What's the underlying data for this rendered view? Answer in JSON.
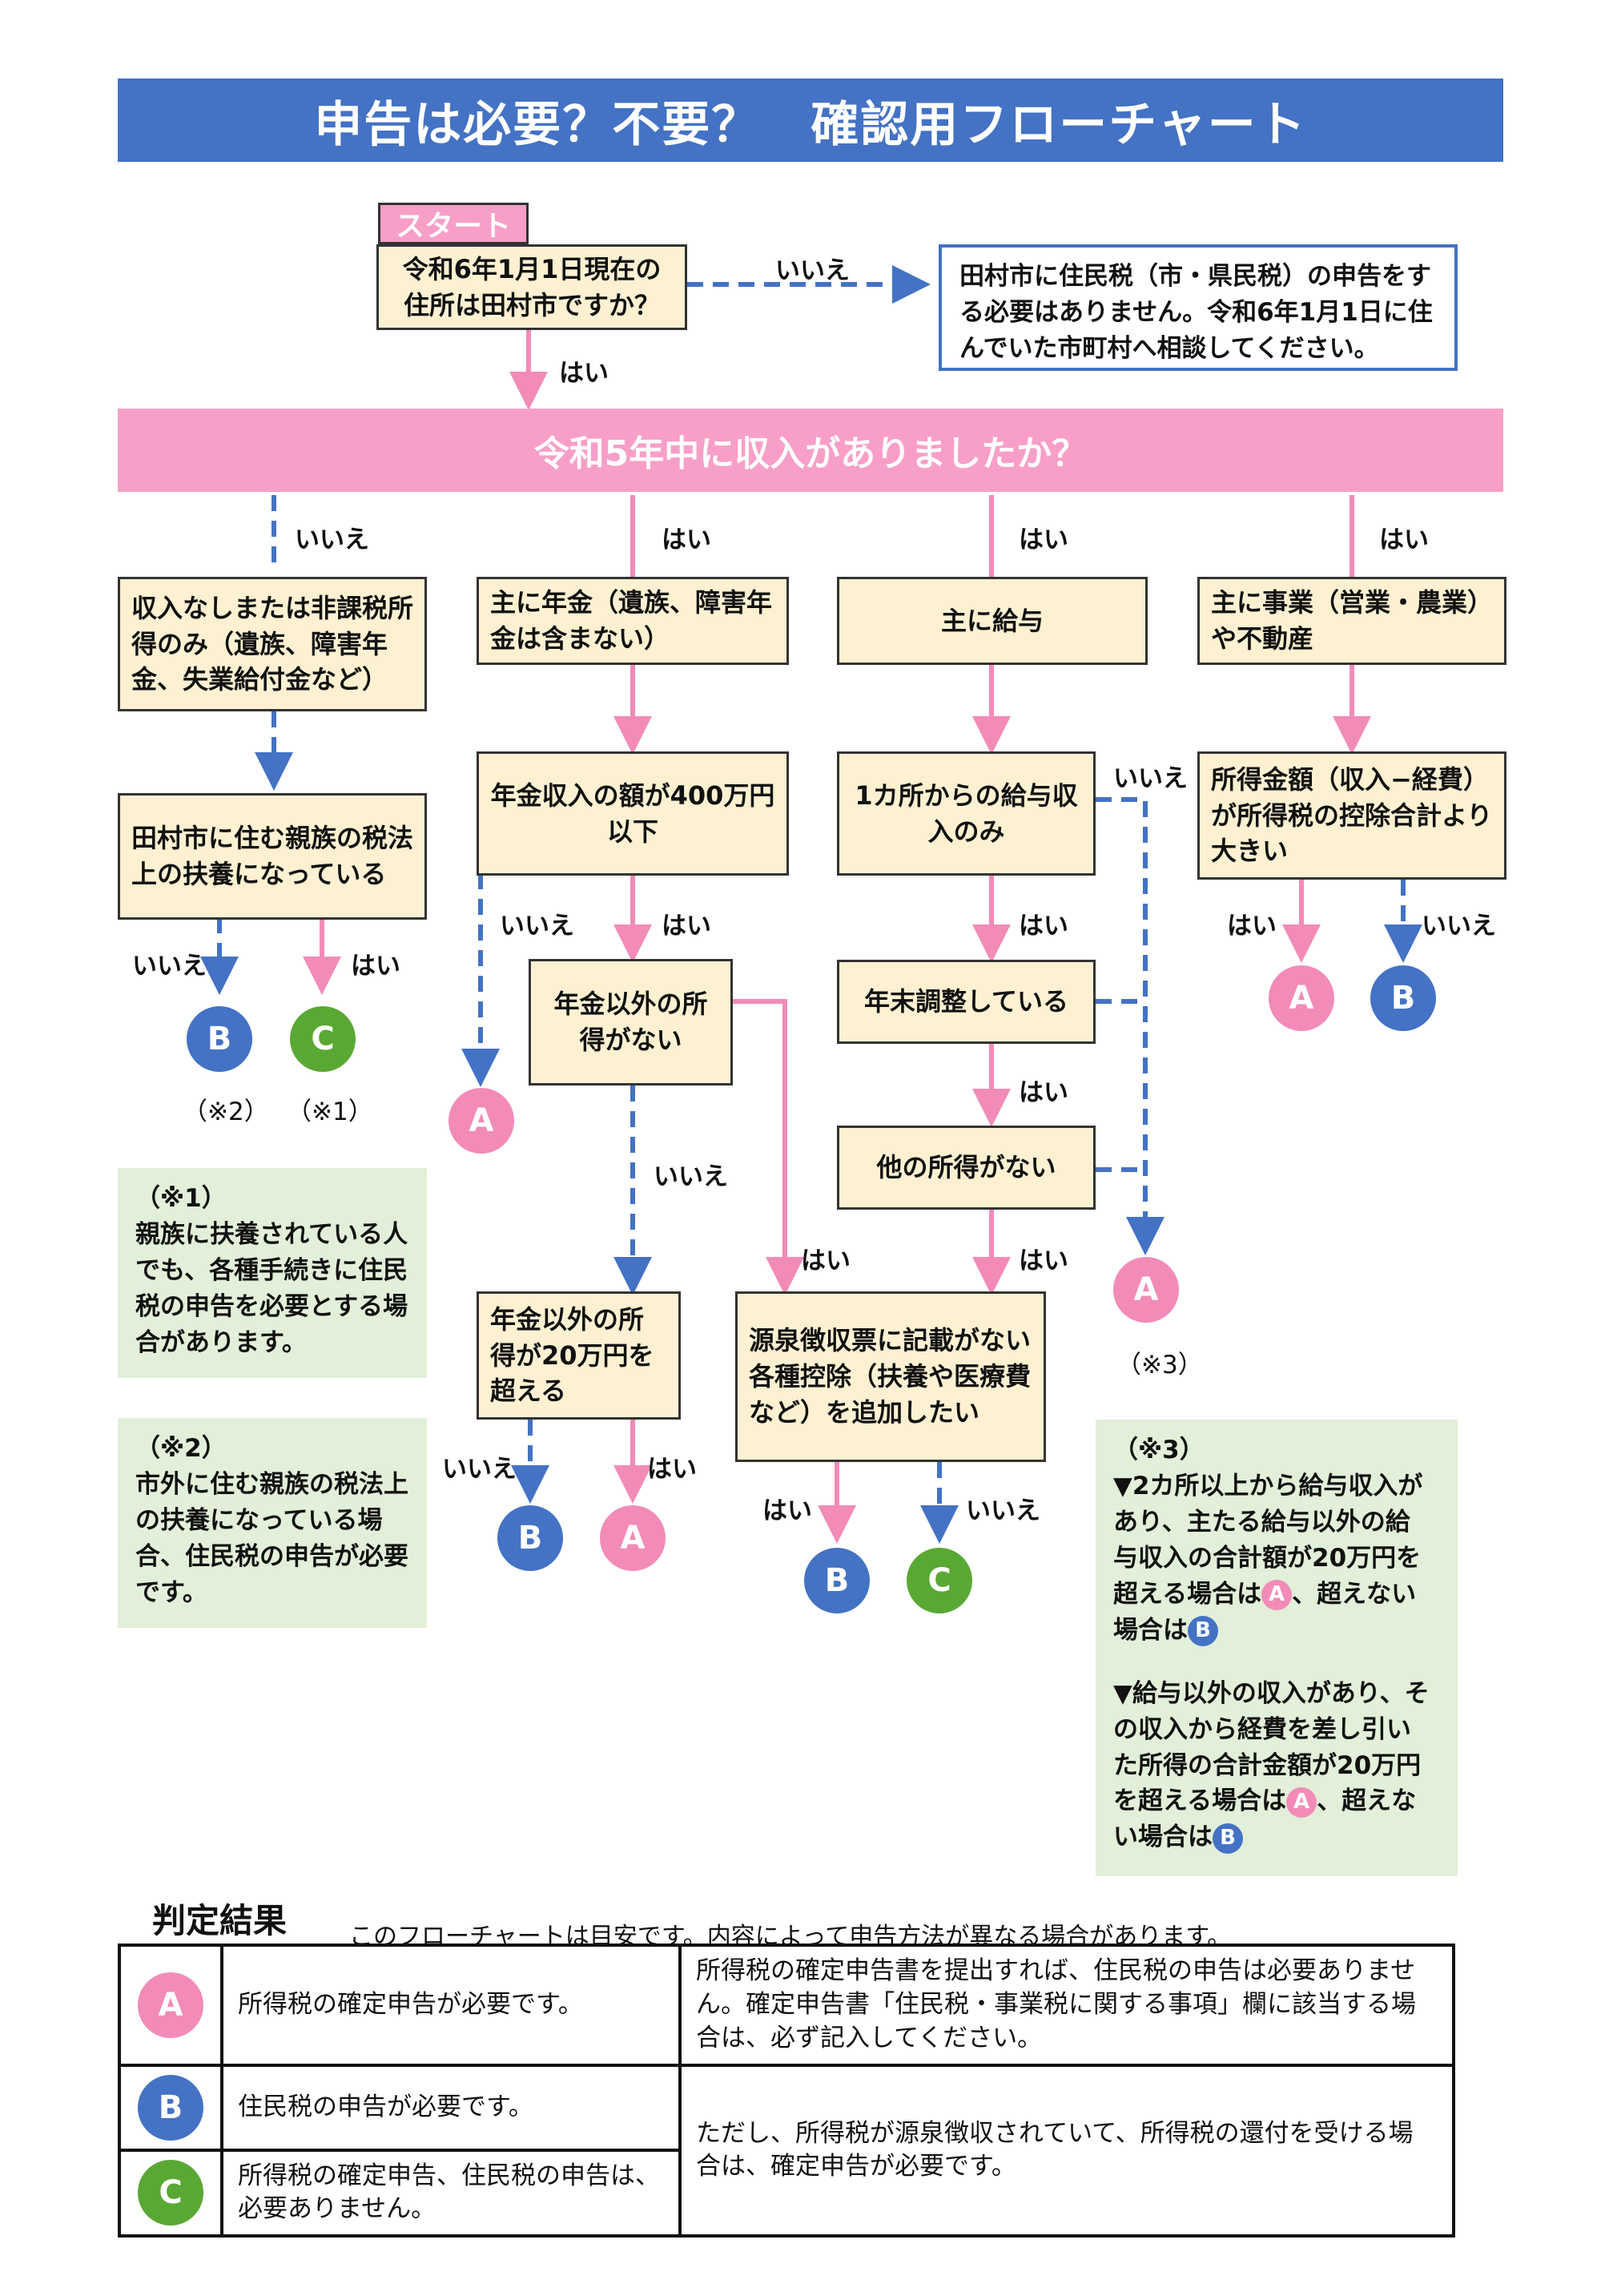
{
  "title": "申告は必要？不要？　確認用フローチャート",
  "start_label": "スタート",
  "q_address": "令和6年1月1日現在の住所は田村市ですか？",
  "no_address_note": "田村市に住民税（市・県民税）の申告をする必要はありません。令和6年1月1日に住んでいた市町村へ相談してください。",
  "q_income": "令和5年中に収入がありましたか？",
  "labels": {
    "yes": "はい",
    "no": "いいえ"
  },
  "branches": {
    "none": "収入なしまたは非課税所得のみ（遺族、障害年金、失業給付金など）",
    "pension": "主に年金（遺族、障害年金は含まない）",
    "salary": "主に給与",
    "business": "主に事業（営業・農業）や不動産"
  },
  "q_dependent": "田村市に住む親族の税法上の扶養になっている",
  "q_pension_400": "年金収入の額が400万円以下",
  "q_pension_other": "年金以外の所得がない",
  "q_pension_20": "年金以外の所得が20万円を超える",
  "q_one_salary": "1カ所からの給与収入のみ",
  "q_year_end": "年末調整している",
  "q_other_income": "他の所得がない",
  "q_deduction": "源泉徴収票に記載がない各種控除（扶養や医療費など）を追加したい",
  "q_business_income": "所得金額（収入−経費）が所得税の控除合計より大きい",
  "refs": {
    "n1": "（※1）",
    "n2": "（※2）",
    "n3": "（※3）"
  },
  "note1": {
    "head": "（※1）",
    "body": "親族に扶養されている人でも、各種手続きに住民税の申告を必要とする場合があります。"
  },
  "note2": {
    "head": "（※2）",
    "body": "市外に住む親族の税法上の扶養になっている場合、住民税の申告が必要です。"
  },
  "note3": {
    "head": "（※3）",
    "item1_a": "▼2カ所以上から給与収入があり、主たる給与以外の給与収入の合計額が20万円を超える場合は",
    "item1_b": "、超えない場合は",
    "item2_a": "▼給与以外の収入があり、その収入から経費を差し引いた所得の合計金額が20万円を超える場合は",
    "item2_b": "、超えない場合は"
  },
  "results": {
    "title": "判定結果",
    "note": "このフローチャートは目安です。内容によって申告方法が異なる場合があります。",
    "A": "所得税の確定申告が必要です。",
    "B": "住民税の申告が必要です。",
    "C": "所得税の確定申告、住民税の申告は、必要ありません。",
    "A_remark": "所得税の確定申告書を提出すれば、住民税の申告は必要ありません。確定申告書「住民税・事業税に関する事項」欄に該当する場合は、必ず記入してください。",
    "BC_remark": "ただし、所得税が源泉徴収されていて、所得税の還付を受ける場合は、確定申告が必要です。"
  },
  "circle_letters": {
    "A": "A",
    "B": "B",
    "C": "C"
  },
  "colors": {
    "blue": "#4472c4",
    "pink": "#f28bb8",
    "green": "#5aa834",
    "box": "#fdf1d2",
    "note": "#e2efd9"
  }
}
